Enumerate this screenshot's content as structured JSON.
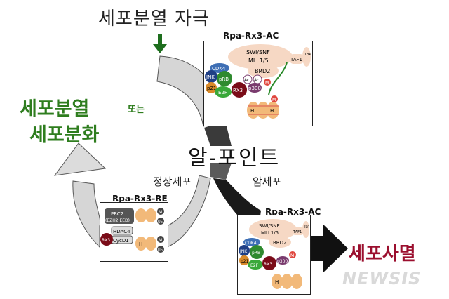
{
  "labels": {
    "stimulus": "세포분열 자극",
    "division_or_differentiation_1": "세포분열",
    "division_or": "또는",
    "division_or_differentiation_2": "세포분화",
    "checkpoint": "알-포인트",
    "normal_cell": "정상세포",
    "cancer_cell": "암세포",
    "apoptosis": "세포사멸",
    "complex_ac_top": "Rpa-Rx3-AC",
    "complex_re": "Rpa-Rx3-RE",
    "complex_ac_bottom": "Rpa-Rx3-AC",
    "watermark": "NEWSIS"
  },
  "complex_ac": {
    "swi_snf": "SWI/SNF",
    "mll": "MLL1/5",
    "taf1": "TAF1",
    "tbp": "TBP",
    "brd2": "BRD2",
    "cdk4": "CDK4",
    "jnk": "JNK",
    "prb": "pRB",
    "p21": "p21",
    "e2f": "E2F",
    "rx3": "RX3",
    "ac": "Ac",
    "p300": "p300",
    "m": "M",
    "h": "H"
  },
  "complex_re": {
    "prc2": "PRC2",
    "prc2_sub": "(EZH2,EED)",
    "hdac4": "HDAC4",
    "cycd1": "CycD1",
    "rx3": "RX3",
    "m": "M",
    "ub": "Ub",
    "h": "H"
  },
  "colors": {
    "stimulus_arrow": "#1e6e1e",
    "division_text": "#2e7d1e",
    "apoptosis_text": "#9b0f2e",
    "cycle_light": "#d4d4d4",
    "cycle_dark": "#333333",
    "cdk4": "#3e6fb5",
    "jnk": "#1f3f86",
    "prb": "#2f8a2f",
    "p21": "#d98a2a",
    "e2f": "#3aa83a",
    "rx3": "#7a0c18",
    "p300": "#7a3b6e",
    "methyl": "#e0473f",
    "nucleosome": "#f2b979"
  }
}
